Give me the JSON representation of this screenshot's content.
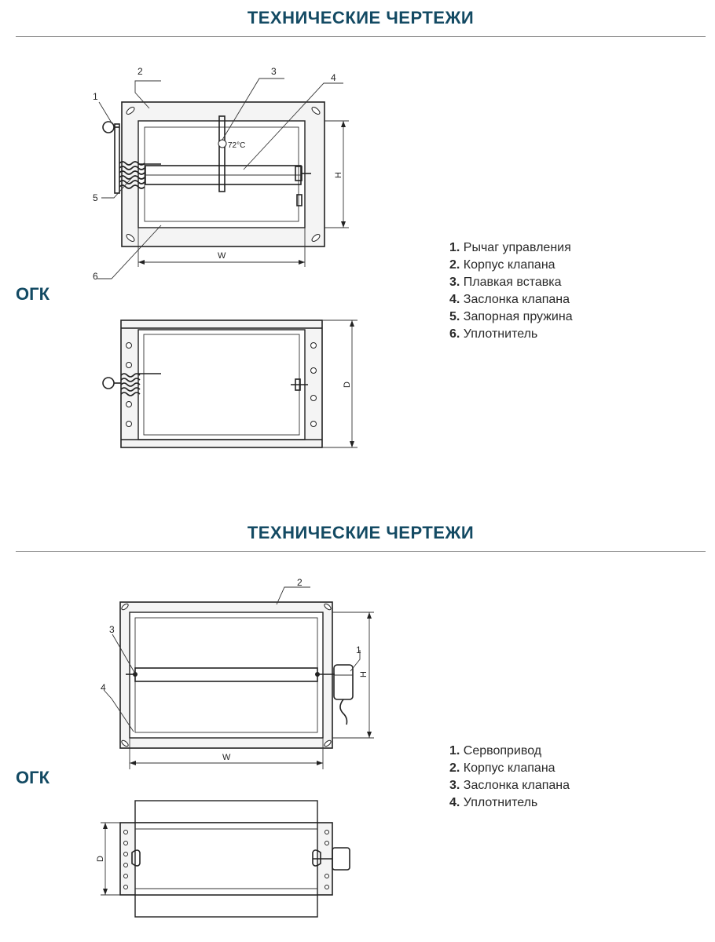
{
  "header_title": "ТЕХНИЧЕСКИЕ ЧЕРТЕЖИ",
  "sections": [
    {
      "title": "ТЕХНИЧЕСКИЕ ЧЕРТЕЖИ",
      "model": "ОГК",
      "temperature_label": "72°C",
      "dimension_labels": {
        "height": "H",
        "width": "W",
        "depth": "D"
      },
      "callouts": [
        "1",
        "2",
        "3",
        "4",
        "5",
        "6"
      ],
      "legend": [
        {
          "num": "1.",
          "text": "Рычаг управления"
        },
        {
          "num": "2.",
          "text": "Корпус клапана"
        },
        {
          "num": "3.",
          "text": "Плавкая вставка"
        },
        {
          "num": "4.",
          "text": "Заслонка клапана"
        },
        {
          "num": "5.",
          "text": "Запорная пружина"
        },
        {
          "num": "6.",
          "text": "Уплотнитель"
        }
      ]
    },
    {
      "title": "ТЕХНИЧЕСКИЕ ЧЕРТЕЖИ",
      "model": "ОГК",
      "dimension_labels": {
        "height": "H",
        "width": "W",
        "depth": "D"
      },
      "callouts": [
        "1",
        "2",
        "3",
        "4"
      ],
      "legend": [
        {
          "num": "1.",
          "text": "Сервопривод"
        },
        {
          "num": "2.",
          "text": "Корпус клапана"
        },
        {
          "num": "3.",
          "text": "Заслонка клапана"
        },
        {
          "num": "4.",
          "text": "Уплотнитель"
        }
      ]
    }
  ],
  "colors": {
    "heading": "#134a63",
    "rule": "#9a9a9a",
    "line": "#222222"
  }
}
